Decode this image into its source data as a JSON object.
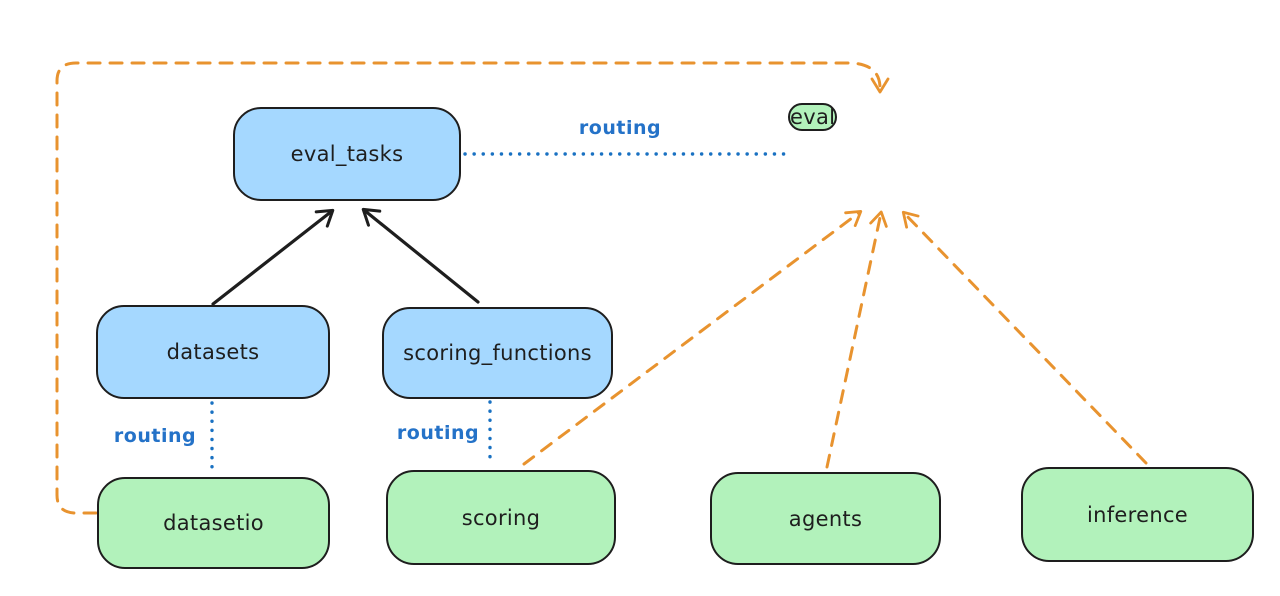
{
  "labels": {
    "routing": "routing"
  },
  "nodes": {
    "eval_tasks": {
      "label": "eval_tasks"
    },
    "datasets": {
      "label": "datasets"
    },
    "scoring_functions": {
      "label": "scoring_functions"
    },
    "eval": {
      "label": "eval"
    },
    "datasetio": {
      "label": "datasetio"
    },
    "scoring": {
      "label": "scoring"
    },
    "agents": {
      "label": "agents"
    },
    "inference": {
      "label": "inference"
    }
  },
  "colors": {
    "blue_node_fill": "#a5d8ff",
    "green_node_fill": "#b2f2bb",
    "node_stroke": "#1e1e1e",
    "black_arrow": "#1e1e1e",
    "orange_dashed": "#e8932f",
    "blue_dotted": "#1971c2",
    "routing_text": "#2472c8",
    "background": "#ffffff"
  },
  "edges": [
    {
      "from": "datasets",
      "to": "eval_tasks",
      "style": "solid-black-arrow"
    },
    {
      "from": "scoring_functions",
      "to": "eval_tasks",
      "style": "solid-black-arrow"
    },
    {
      "from": "eval_tasks",
      "to": "eval",
      "style": "dotted-blue",
      "label": "routing"
    },
    {
      "from": "datasets",
      "to": "datasetio",
      "style": "dotted-blue",
      "label": "routing"
    },
    {
      "from": "scoring_functions",
      "to": "scoring",
      "style": "dotted-blue",
      "label": "routing"
    },
    {
      "from": "datasetio",
      "to": "eval",
      "style": "dashed-orange-arrow"
    },
    {
      "from": "scoring",
      "to": "eval",
      "style": "dashed-orange-arrow"
    },
    {
      "from": "agents",
      "to": "eval",
      "style": "dashed-orange-arrow"
    },
    {
      "from": "inference",
      "to": "eval",
      "style": "dashed-orange-arrow"
    }
  ]
}
